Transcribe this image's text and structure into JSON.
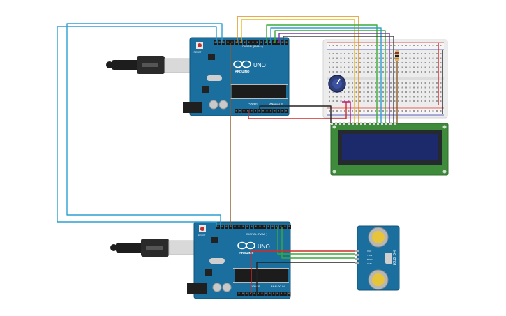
{
  "arduino_top": {
    "brand": "ARDUINO",
    "model": "UNO",
    "digital_header": "DIGITAL (PWM~)",
    "power_header": "POWER",
    "analog_header": "ANALOG IN",
    "reset_label": "RESET"
  },
  "arduino_bottom": {
    "brand": "ARDUINO",
    "model": "UNO",
    "digital_header": "DIGITAL (PWM~)",
    "power_header": "POWER",
    "analog_header": "ANALOG IN",
    "reset_label": "RESET"
  },
  "sensor": {
    "model": "HC-SR04",
    "pins": [
      "VCC",
      "TRIG",
      "ECHO",
      "GND"
    ]
  },
  "colors": {
    "board": "#1b6f9e",
    "board_dark": "#12557b",
    "breadboard": "#e9e9e9",
    "lcd_pcb": "#3f8b3c",
    "lcd_screen": "#1c2a6b",
    "wire_blue": "#2e9fd1",
    "wire_orange": "#e08b13",
    "wire_yellow": "#e6b91a",
    "wire_green": "#3aaa3a",
    "wire_purple": "#7a3aa6",
    "wire_red": "#d22a2a",
    "wire_brown": "#8b5a2b",
    "wire_black": "#222222",
    "wire_magenta": "#c2187a"
  }
}
